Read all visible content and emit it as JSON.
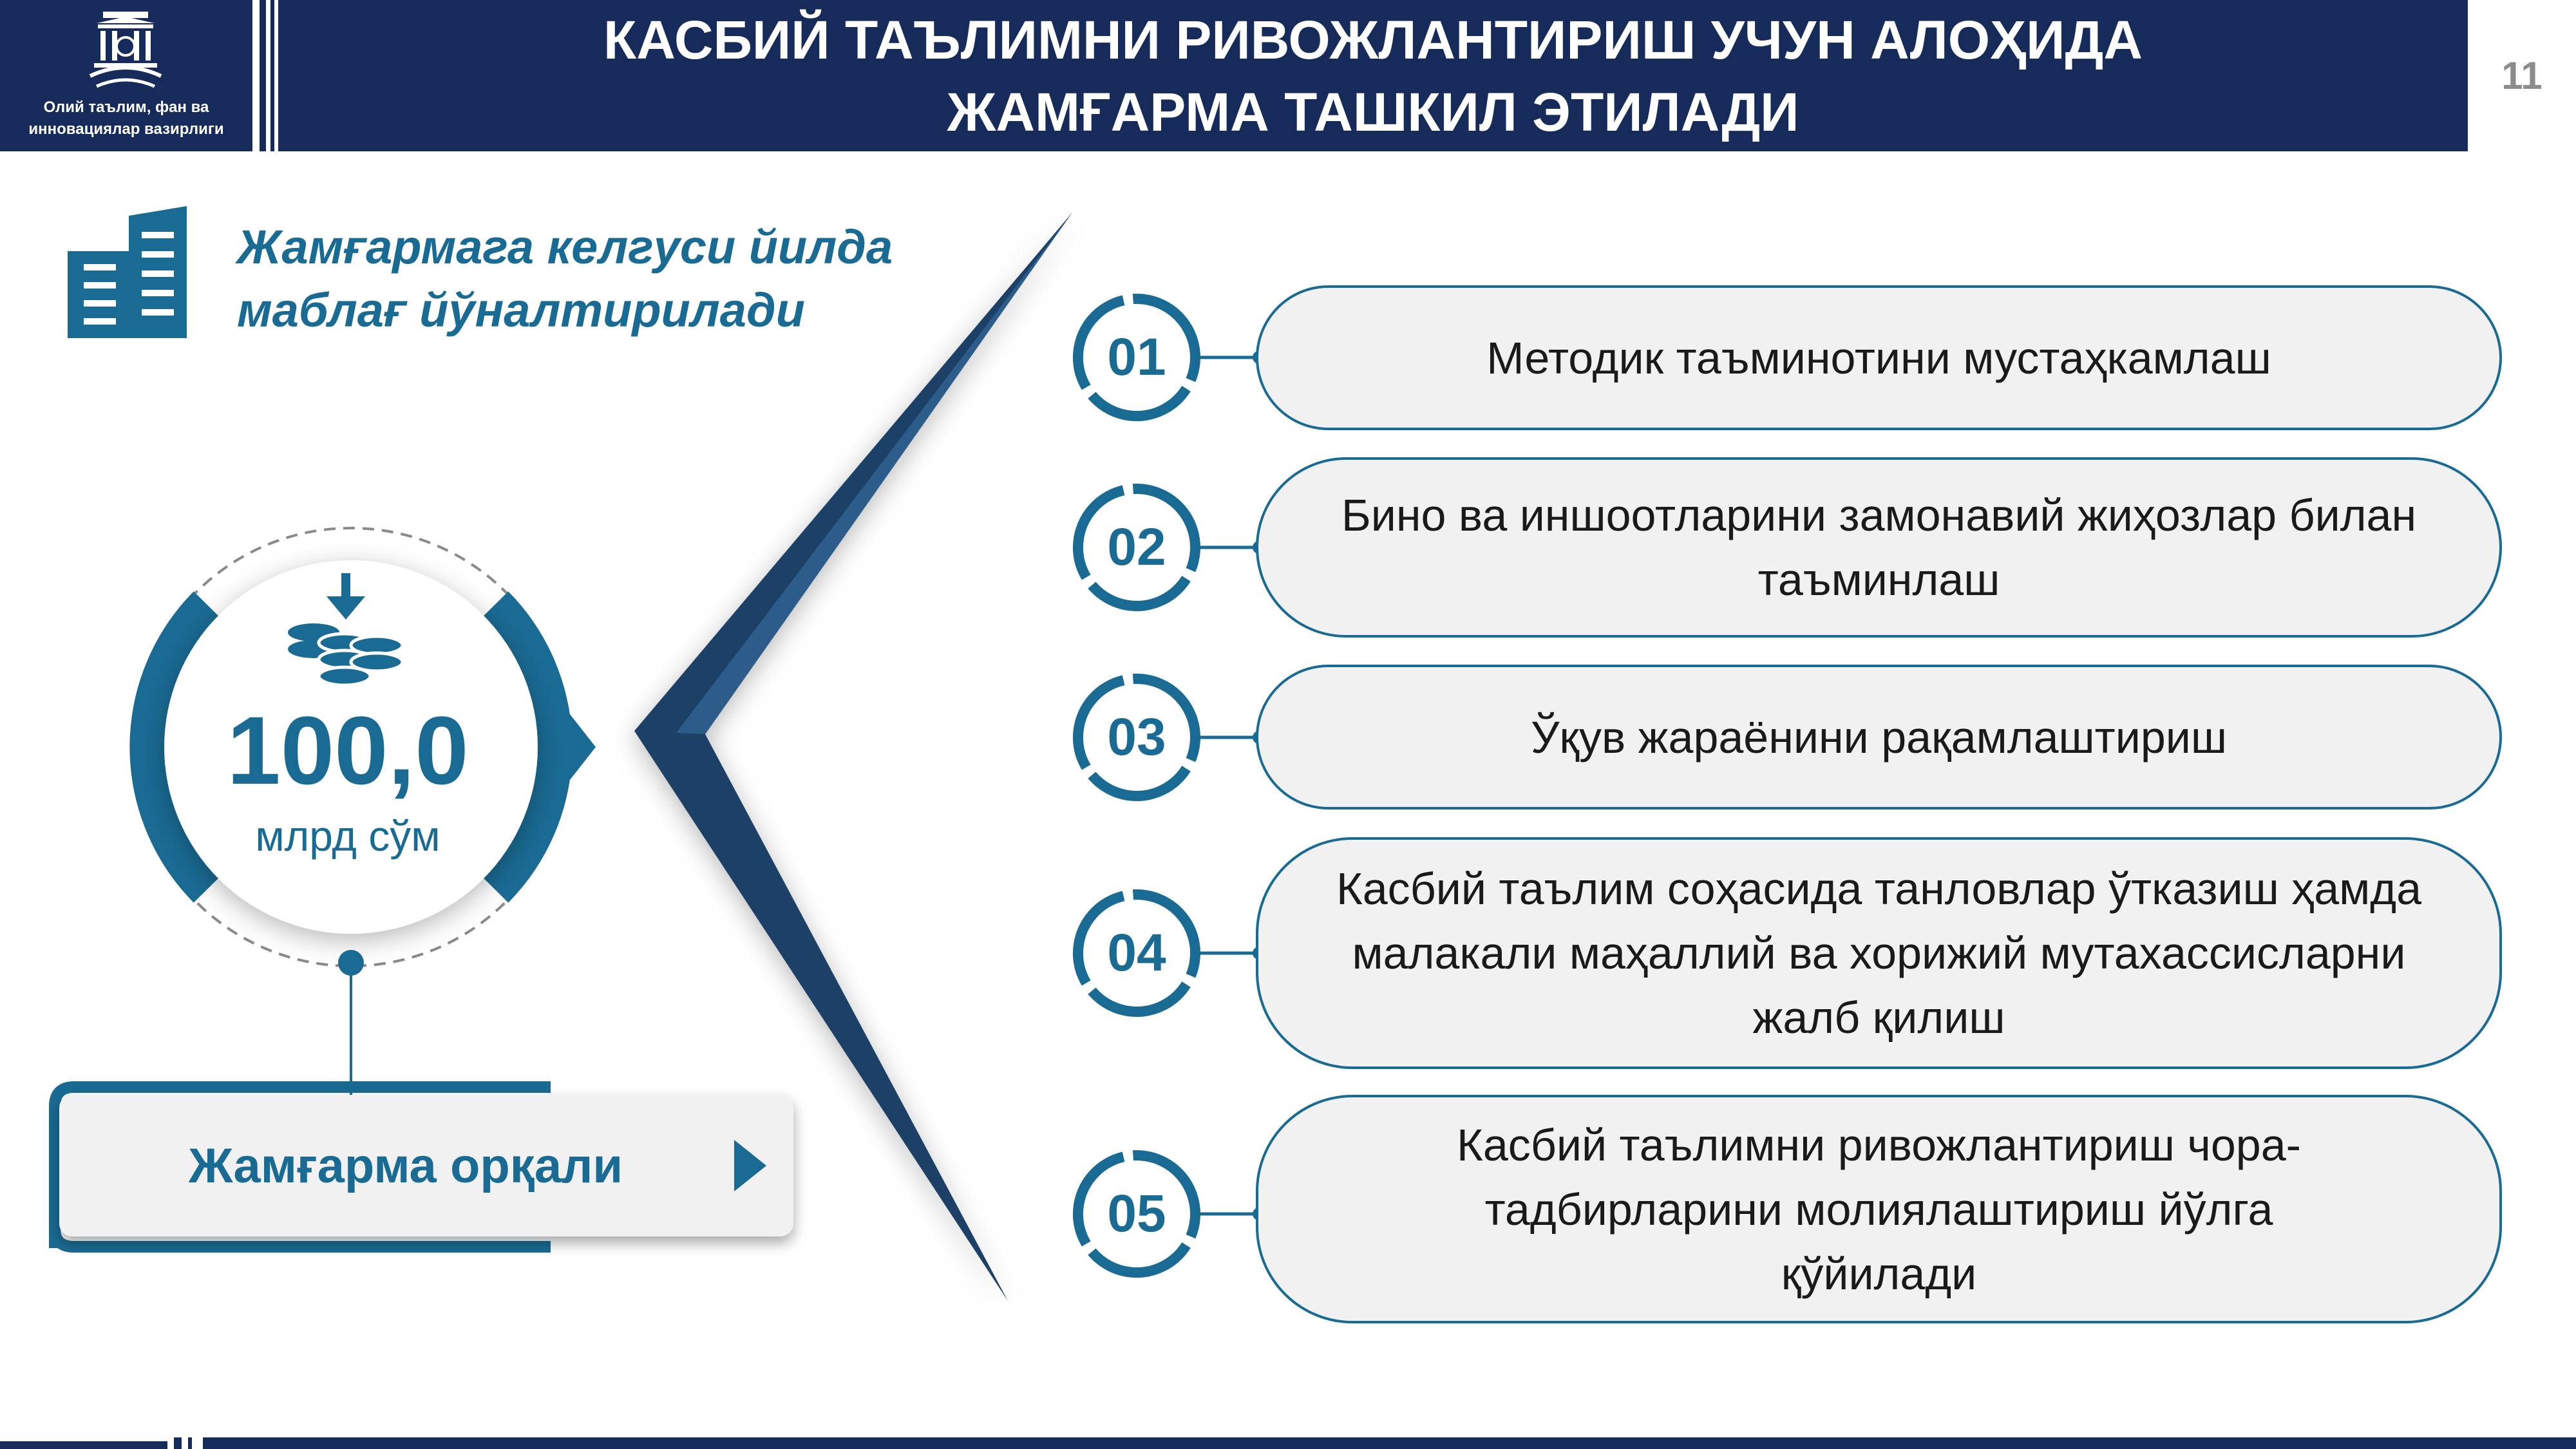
{
  "header": {
    "ministry_name": "Олий таълим, фан ва инновациялар вазирлиги",
    "title_line1": "КАСБИЙ ТАЪЛИМНИ РИВОЖЛАНТИРИШ УЧУН АЛОҲИДА",
    "title_line2": "ЖАМҒАРМА ТАШКИЛ ЭТИЛАДИ",
    "page_number": "11"
  },
  "left": {
    "subtitle_line1": "Жамғармага келгуси йилда",
    "subtitle_line2": "маблағ йўналтирилади",
    "amount_value": "100,0",
    "amount_unit": "млрд сўм",
    "fund_button_label": "Жамғарма орқали"
  },
  "items": [
    {
      "number": "01",
      "text": "Методик таъминотини мустаҳкамлаш"
    },
    {
      "number": "02",
      "text": "Бино ва иншоотларини замонавий жиҳозлар билан таъминлаш"
    },
    {
      "number": "03",
      "text": "Ўқув жараёнини рақамлаштириш"
    },
    {
      "number": "04",
      "text": "Касбий таълим соҳасида танловлар ўтказиш ҳамда малакали маҳаллий ва хорижий мутахассисларни жалб қилиш"
    },
    {
      "number": "05",
      "text": "Касбий таълимни ривожлантириш чора-тадбирларини молиялаштириш йўлга қўйилади"
    }
  ],
  "colors": {
    "navy": "#162b5a",
    "accent": "#1a6b94",
    "pill_bg": "#f1f1f2"
  }
}
